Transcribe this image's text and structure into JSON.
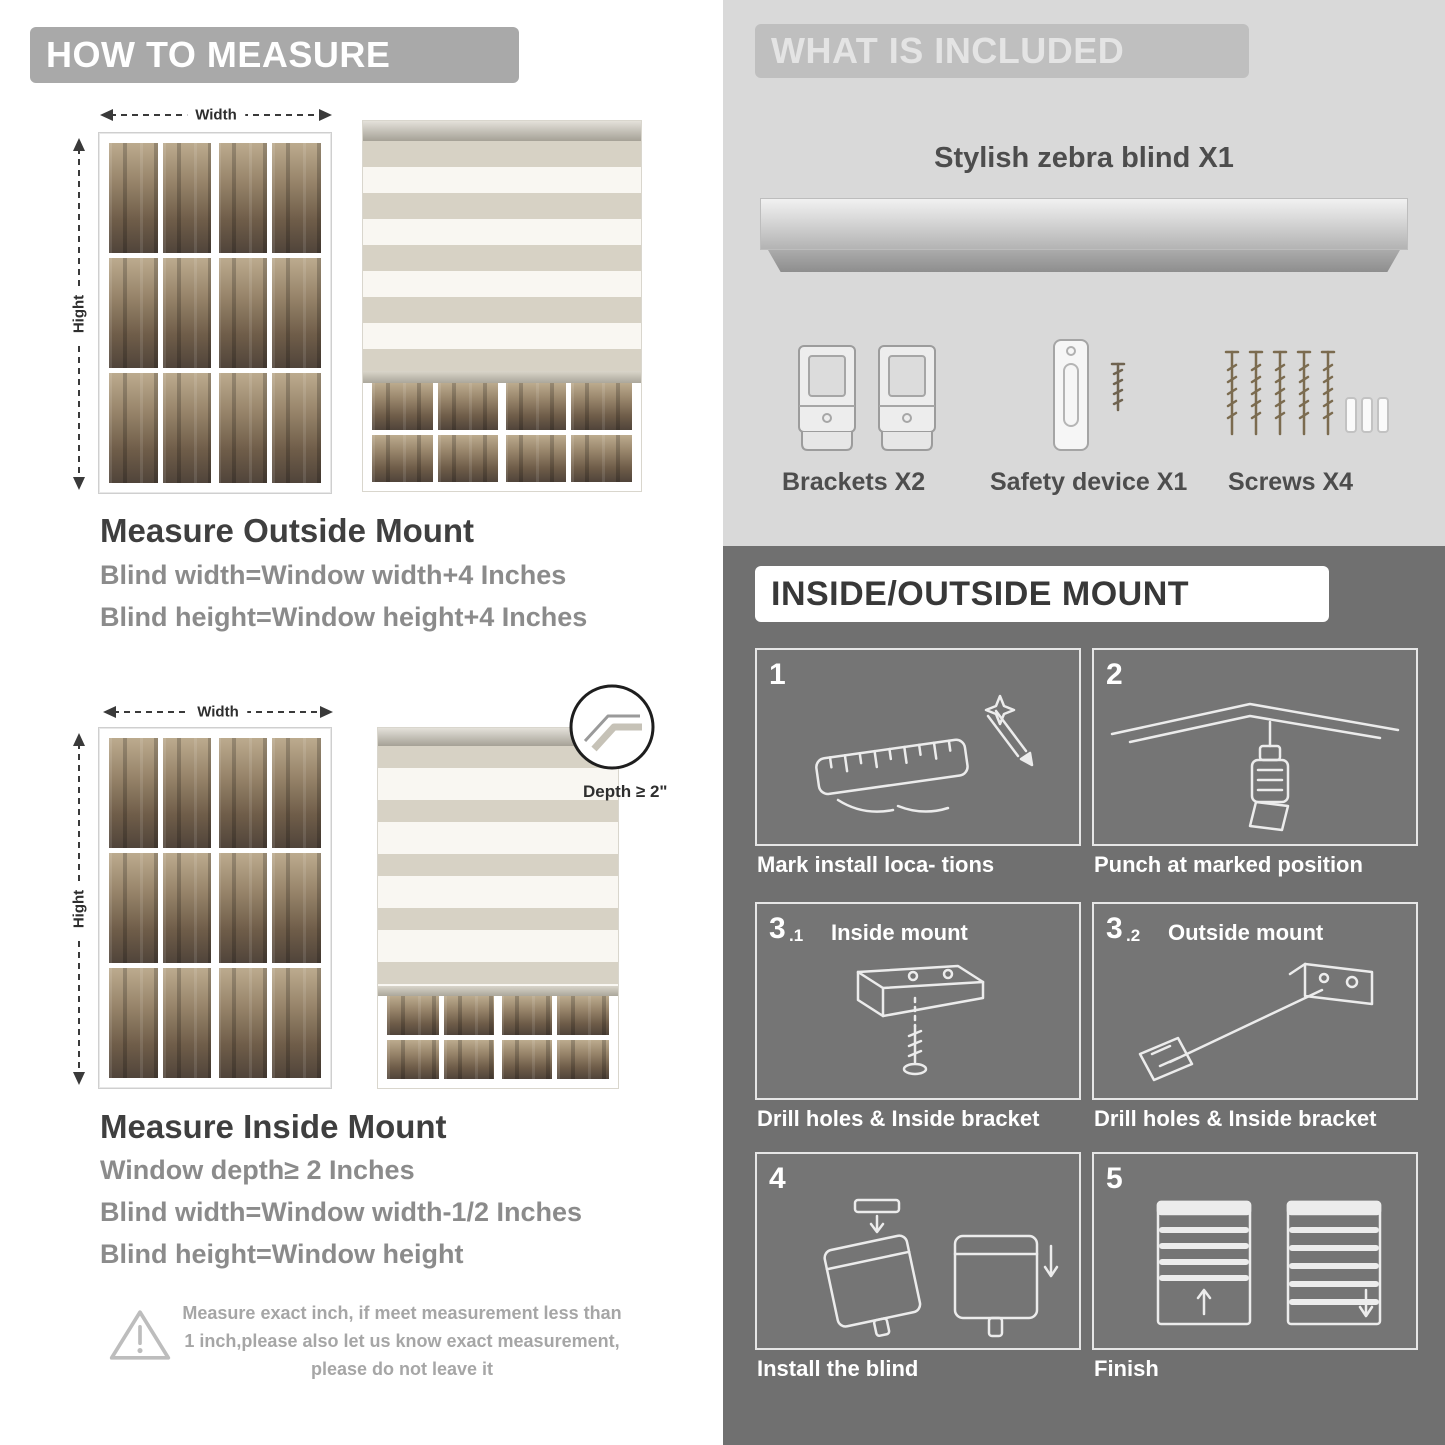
{
  "colors": {
    "left_banner": "#a9a9a9",
    "included_bg": "#d9d9d9",
    "included_banner": "#bfbfbf",
    "mount_bg": "#707070",
    "subtext_gray": "#8b8b8b"
  },
  "left": {
    "banner": "HOW TO MEASURE",
    "outside": {
      "width_label": "Width",
      "height_label": "Hight",
      "heading": "Measure Outside Mount",
      "lines": [
        "Blind width=Window width+4 Inches",
        "Blind height=Window height+4 Inches"
      ]
    },
    "inside": {
      "width_label": "Width",
      "height_label": "Hight",
      "depth_callout": "Depth ≥ 2\"",
      "heading": "Measure Inside Mount",
      "lines": [
        "Window depth≥ 2 Inches",
        "Blind width=Window width-1/2 Inches",
        "Blind height=Window height"
      ]
    },
    "warning_text": "Measure exact inch, if meet measurement less than 1 inch,please also let us know exact measurement, please do not leave it"
  },
  "right": {
    "included": {
      "banner": "WHAT IS INCLUDED",
      "product_label": "Stylish zebra blind X1",
      "items": [
        {
          "label": "Brackets X2"
        },
        {
          "label": "Safety device X1"
        },
        {
          "label": "Screws X4"
        }
      ]
    },
    "mount": {
      "banner": "INSIDE/OUTSIDE MOUNT",
      "steps": [
        {
          "num": "1",
          "sub": "",
          "label": "",
          "caption": "Mark install loca- tions"
        },
        {
          "num": "2",
          "sub": "",
          "label": "",
          "caption": "Punch at  marked position"
        },
        {
          "num": "3",
          "sub": ".1",
          "label": "Inside mount",
          "caption": "Drill holes &  Inside bracket"
        },
        {
          "num": "3",
          "sub": ".2",
          "label": "Outside mount",
          "caption": "Drill holes &  Inside bracket"
        },
        {
          "num": "4",
          "sub": "",
          "label": "",
          "caption": "Install the blind"
        },
        {
          "num": "5",
          "sub": "",
          "label": "",
          "caption": "Finish"
        }
      ]
    }
  }
}
